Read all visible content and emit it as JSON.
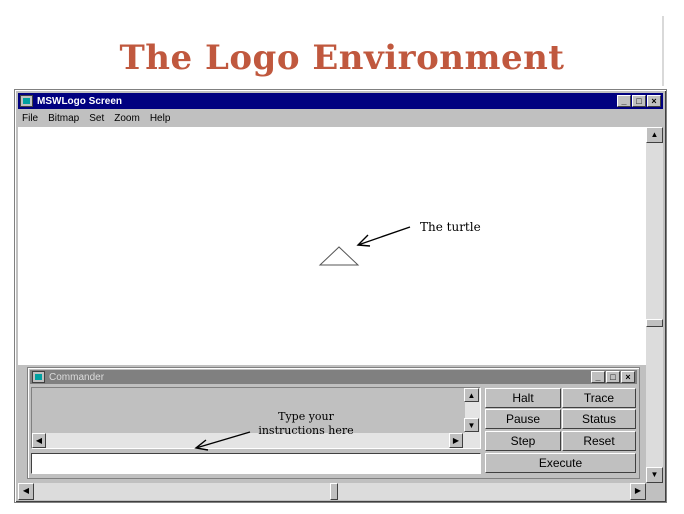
{
  "slide": {
    "title": "The Logo Environment"
  },
  "window": {
    "title": "MSWLogo Screen",
    "controls": {
      "minimize": "_",
      "maximize": "□",
      "close": "×"
    },
    "menu": [
      "File",
      "Bitmap",
      "Set",
      "Zoom",
      "Help"
    ]
  },
  "canvas": {
    "turtle_label": "The turtle"
  },
  "commander": {
    "title": "Commander",
    "controls": {
      "minimize": "_",
      "maximize": "□",
      "close": "×"
    },
    "hint_line1": "Type your",
    "hint_line2": "instructions here",
    "input_value": "",
    "buttons": {
      "halt": "Halt",
      "trace": "Trace",
      "pause": "Pause",
      "status": "Status",
      "step": "Step",
      "reset": "Reset",
      "execute": "Execute"
    }
  },
  "icons": {
    "scroll_up": "▲",
    "scroll_down": "▼",
    "scroll_left": "◀",
    "scroll_right": "▶"
  },
  "colors": {
    "title_accent": "#c0583e",
    "active_titlebar": "#000080",
    "inactive_titlebar": "#808080"
  }
}
